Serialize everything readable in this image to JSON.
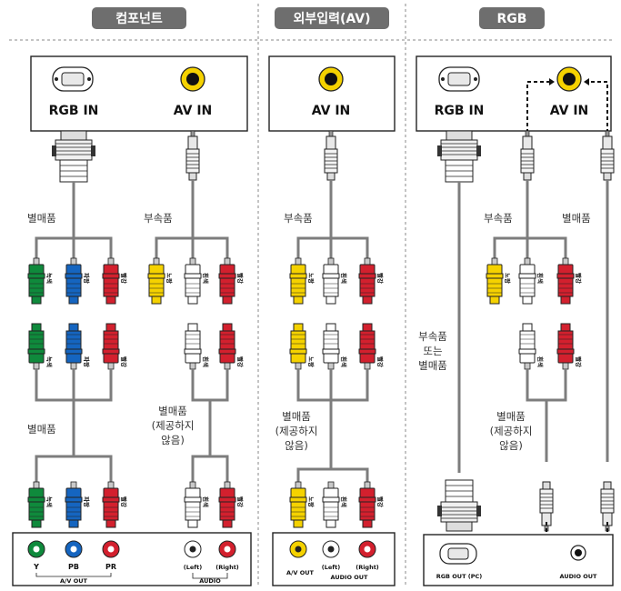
{
  "headers": [
    "컴포넌트",
    "외부입력(AV)",
    "RGB"
  ],
  "ports": {
    "rgb_in": "RGB IN",
    "av_in": "AV IN"
  },
  "notes": {
    "sold": "별매품",
    "acc": "부속품",
    "accor": [
      "부속품",
      "또는",
      "별매품"
    ],
    "notprov": [
      "별매품",
      "(제공하지",
      "않음)"
    ]
  },
  "colors": {
    "green": "녹색",
    "blue": "파랑",
    "red": "빨강",
    "yellow": "노랑",
    "white": "흰색"
  },
  "panel1": {
    "y": "Y",
    "pb": "PB",
    "pr": "PR",
    "av_out": "A/V OUT",
    "left": "(Left)",
    "right": "(Right)",
    "audio": "AUDIO"
  },
  "panel2": {
    "av_out": "A/V OUT",
    "left": "(Left)",
    "right": "(Right)",
    "audio_out": "AUDIO OUT"
  },
  "panel3": {
    "rgb_out": "RGB OUT (PC)",
    "audio_out": "AUDIO OUT"
  },
  "palette": {
    "green": "#0f8a3c",
    "blue": "#1565c0",
    "red": "#d3202e",
    "yellow": "#f5d200",
    "white": "#ffffff",
    "badge": "#6e6e6e",
    "cable": "#7d7d7d"
  }
}
